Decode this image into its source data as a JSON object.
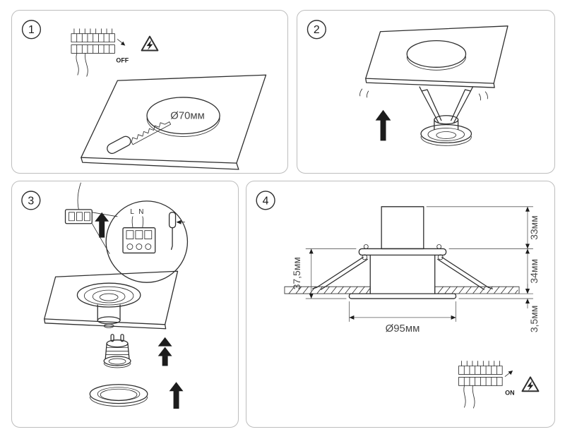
{
  "document": {
    "colors": {
      "line": "#2e2e2e",
      "panel_border": "#bdbdbd",
      "label": "#474747",
      "background": "#ffffff"
    }
  },
  "step1": {
    "number": "1",
    "power_state": "OFF",
    "hole_diameter_label": "Ø70мм"
  },
  "step2": {
    "number": "2"
  },
  "step3": {
    "number": "3",
    "terminal_marking": "L N"
  },
  "step4": {
    "number": "4",
    "power_state": "ON",
    "dim_total_height": "37,5мм",
    "dim_top_height": "33мм",
    "dim_recess_height": "34мм",
    "dim_trim_height": "3,5мм",
    "dim_trim_diameter": "Ø95мм"
  }
}
